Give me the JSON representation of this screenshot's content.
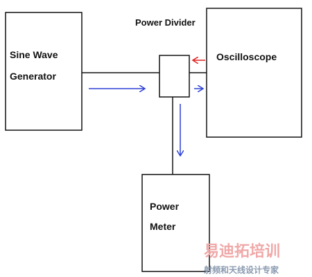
{
  "diagram": {
    "title": "Power Divider",
    "blocks": {
      "sine_generator": {
        "line1": "Sine Wave",
        "line2": "Generator"
      },
      "oscilloscope": {
        "label": "Oscilloscope"
      },
      "power_meter": {
        "line1": "Power",
        "line2": "Meter"
      }
    },
    "colors": {
      "outline": "#111111",
      "forward_arrow": "#2b3fd6",
      "reflected_arrow": "#e02020"
    }
  },
  "watermark": {
    "brand": "易迪拓培训",
    "tagline": "射频和天线设计专家",
    "colors": {
      "brand": "#f0a8a8",
      "tagline": "#8a9ab0"
    }
  }
}
